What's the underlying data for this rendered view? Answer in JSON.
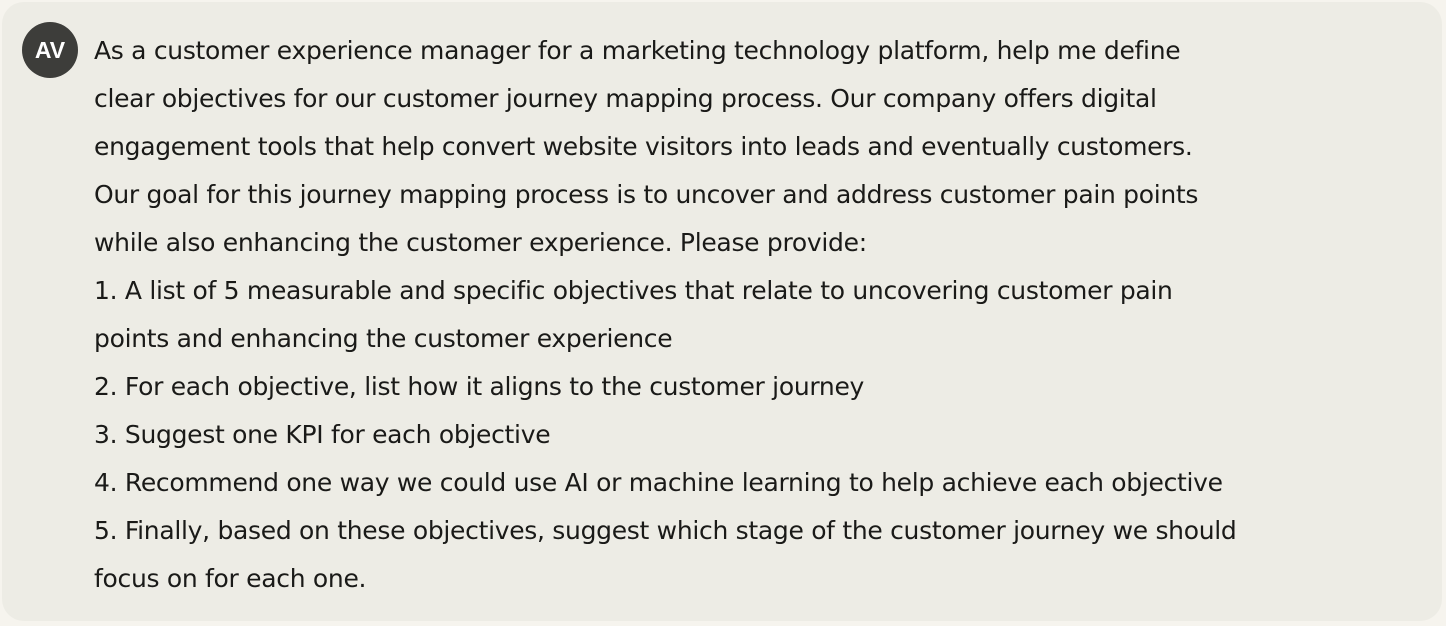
{
  "user": {
    "initials": "AV"
  },
  "message": {
    "lines": [
      "As a customer experience manager for a marketing technology platform, help me define",
      "clear objectives for our customer journey mapping process. Our company offers digital",
      "engagement tools that help convert website visitors into leads and eventually customers.",
      "Our goal for this journey mapping process is to uncover and address customer pain points",
      "while also enhancing the customer experience. Please provide:",
      "1. A list of 5 measurable and specific objectives that relate to uncovering customer pain",
      "points and enhancing the customer experience",
      "2. For each objective, list how it aligns to the customer journey",
      "3. Suggest one KPI for each objective",
      "4. Recommend one way we could use AI or machine learning to help achieve each objective",
      "5. Finally, based on these objectives, suggest which stage of the customer journey we should",
      "focus on for each one."
    ]
  },
  "colors": {
    "bubble_bg": "#edece5",
    "page_bg": "#f6f4ee",
    "avatar_bg": "#3d3d3a",
    "text": "#1a1a18"
  }
}
